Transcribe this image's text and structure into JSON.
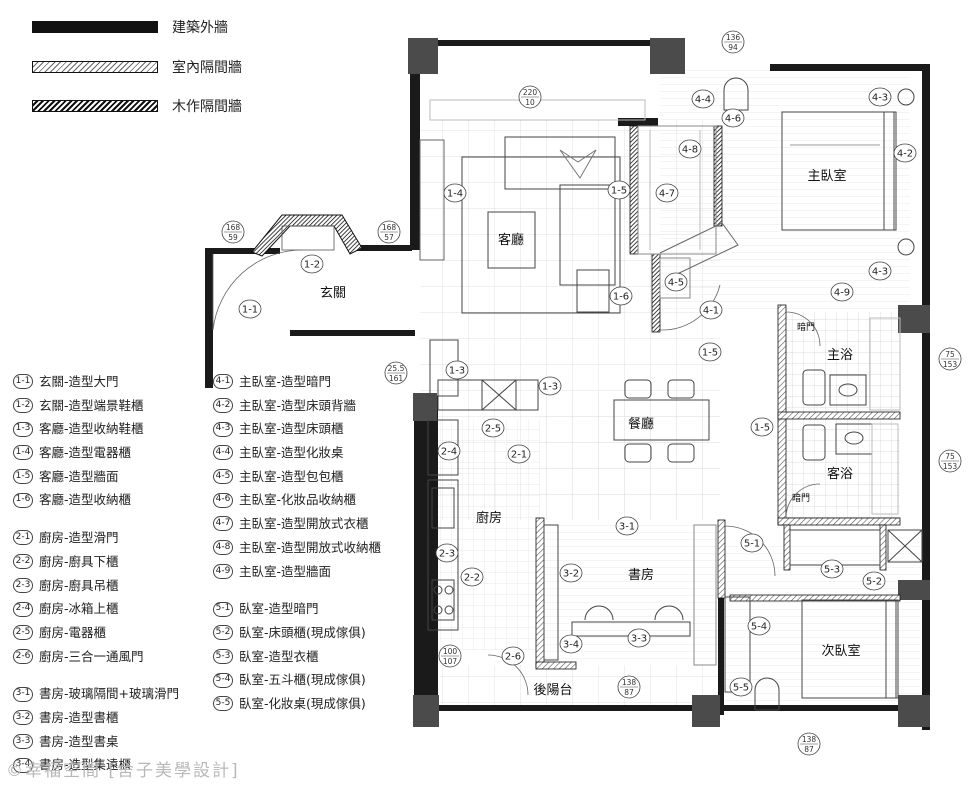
{
  "wall_legend": [
    {
      "label": "建築外牆",
      "style": "solid"
    },
    {
      "label": "室內隔間牆",
      "style": "hatch-light"
    },
    {
      "label": "木作隔間牆",
      "style": "hatch-dense"
    }
  ],
  "rooms": {
    "entrance": "玄關",
    "living": "客廳",
    "dining": "餐廳",
    "kitchen": "廚房",
    "study": "書房",
    "balcony": "後陽台",
    "master_bedroom": "主臥室",
    "master_bath": "主浴",
    "guest_bath": "客浴",
    "second_bedroom": "次臥室",
    "hidden_door_1": "暗門",
    "hidden_door_2": "暗門"
  },
  "dimensions": [
    {
      "a": "136",
      "b": "94"
    },
    {
      "a": "220",
      "b": "10"
    },
    {
      "a": "168",
      "b": "59"
    },
    {
      "a": "168",
      "b": "57"
    },
    {
      "a": "25.5",
      "b": "161"
    },
    {
      "a": "75",
      "b": "153"
    },
    {
      "a": "75",
      "b": "153"
    },
    {
      "a": "100",
      "b": "107"
    },
    {
      "a": "138",
      "b": "87"
    },
    {
      "a": "138",
      "b": "87"
    }
  ],
  "markers": [
    "4-4",
    "4-6",
    "4-3",
    "4-8",
    "4-2",
    "4-7",
    "1-5",
    "1-4",
    "1-2",
    "1-1",
    "4-3",
    "4-5",
    "1-6",
    "4-9",
    "4-1",
    "1-5",
    "1-3",
    "1-3",
    "2-5",
    "2-4",
    "2-1",
    "1-5",
    "2-3",
    "3-1",
    "5-1",
    "3-2",
    "5-3",
    "5-2",
    "2-2",
    "5-4",
    "3-4",
    "3-3",
    "2-6",
    "5-5"
  ],
  "legend_col1": [
    {
      "num": "1-1",
      "text": "玄關-造型大門"
    },
    {
      "num": "1-2",
      "text": "玄關-造型端景鞋櫃"
    },
    {
      "num": "1-3",
      "text": "客廳-造型收納鞋櫃"
    },
    {
      "num": "1-4",
      "text": "客廳-造型電器櫃"
    },
    {
      "num": "1-5",
      "text": "客廳-造型牆面"
    },
    {
      "num": "1-6",
      "text": "客廳-造型收納櫃"
    },
    {
      "num": "2-1",
      "text": "廚房-造型滑門"
    },
    {
      "num": "2-2",
      "text": "廚房-廚具下櫃"
    },
    {
      "num": "2-3",
      "text": "廚房-廚具吊櫃"
    },
    {
      "num": "2-4",
      "text": "廚房-冰箱上櫃"
    },
    {
      "num": "2-5",
      "text": "廚房-電器櫃"
    },
    {
      "num": "2-6",
      "text": "廚房-三合一通風門"
    },
    {
      "num": "3-1",
      "text": "書房-玻璃隔間+玻璃滑門"
    },
    {
      "num": "3-2",
      "text": "書房-造型書櫃"
    },
    {
      "num": "3-3",
      "text": "書房-造型書桌"
    },
    {
      "num": "3-4",
      "text": "書房-造型集遠櫃"
    }
  ],
  "legend_col2": [
    {
      "num": "4-1",
      "text": "主臥室-造型暗門"
    },
    {
      "num": "4-2",
      "text": "主臥室-造型床頭背牆"
    },
    {
      "num": "4-3",
      "text": "主臥室-造型床頭櫃"
    },
    {
      "num": "4-4",
      "text": "主臥室-造型化妝桌"
    },
    {
      "num": "4-5",
      "text": "主臥室-造型包包櫃"
    },
    {
      "num": "4-6",
      "text": "主臥室-化妝品收納櫃"
    },
    {
      "num": "4-7",
      "text": "主臥室-造型開放式衣櫃"
    },
    {
      "num": "4-8",
      "text": "主臥室-造型開放式收納櫃"
    },
    {
      "num": "4-9",
      "text": "主臥室-造型牆面"
    },
    {
      "num": "5-1",
      "text": "臥室-造型暗門"
    },
    {
      "num": "5-2",
      "text": "臥室-床頭櫃(現成傢俱)"
    },
    {
      "num": "5-3",
      "text": "臥室-造型衣櫃"
    },
    {
      "num": "5-4",
      "text": "臥室-五斗櫃(現成傢俱)"
    },
    {
      "num": "5-5",
      "text": "臥室-化妝桌(現成傢俱)"
    }
  ],
  "watermark": "©幸福空間 [舍子美學設計]",
  "colors": {
    "wall": "#1a1a1a",
    "pillar": "#4a4a4a",
    "line": "#333333"
  }
}
